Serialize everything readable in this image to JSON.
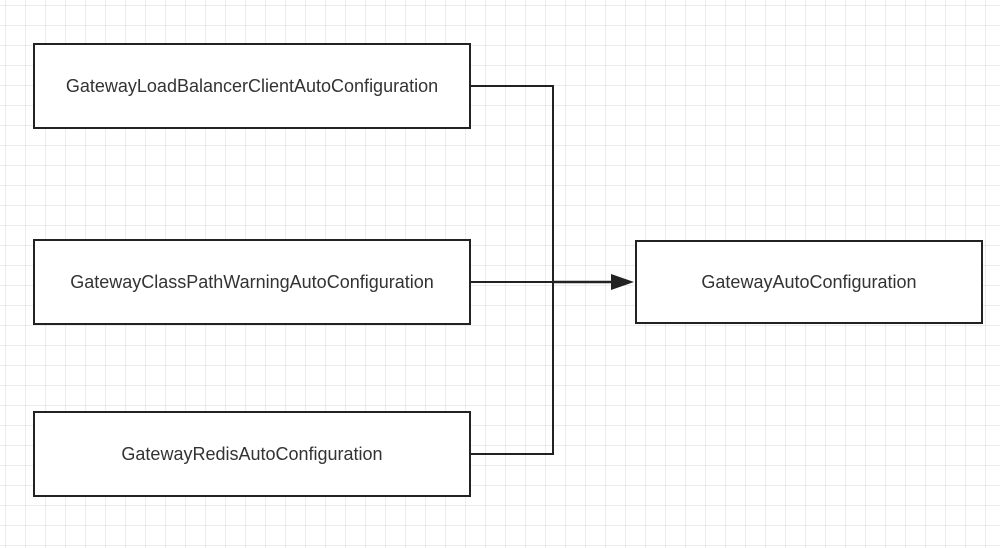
{
  "diagram": {
    "nodes": {
      "load_balancer": {
        "label": "GatewayLoadBalancerClientAutoConfiguration"
      },
      "class_path_warning": {
        "label": "GatewayClassPathWarningAutoConfiguration"
      },
      "redis": {
        "label": "GatewayRedisAutoConfiguration"
      },
      "gateway": {
        "label": "GatewayAutoConfiguration"
      }
    },
    "edges": [
      {
        "from": "load_balancer",
        "to": "gateway"
      },
      {
        "from": "class_path_warning",
        "to": "gateway"
      },
      {
        "from": "redis",
        "to": "gateway"
      }
    ],
    "colors": {
      "stroke": "#222222",
      "text": "#333333",
      "grid": "#ededed",
      "background": "#ffffff"
    }
  }
}
